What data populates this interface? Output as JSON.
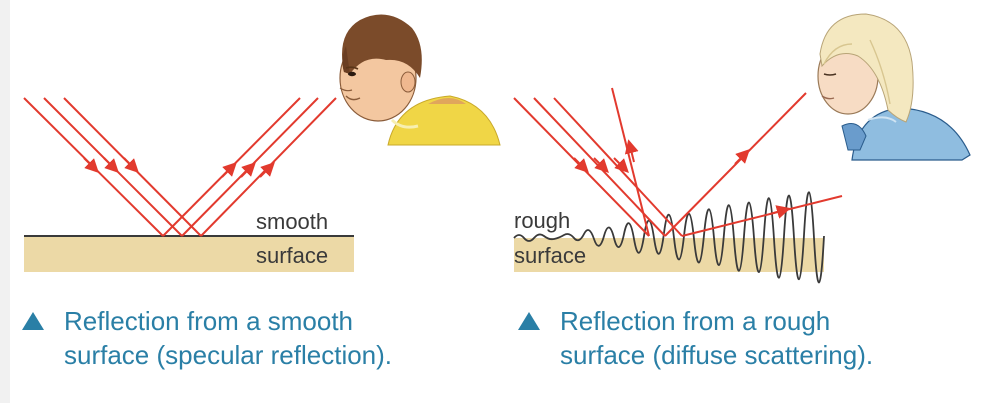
{
  "left_panel": {
    "surface_label_top": "smooth",
    "surface_label_bottom": "surface",
    "caption_line1": "Reflection from a smooth",
    "caption_line2": "surface (specular reflection)."
  },
  "right_panel": {
    "surface_label_top": "rough",
    "surface_label_bottom": "surface",
    "caption_line1": "Reflection from a rough",
    "caption_line2": "surface (diffuse scattering)."
  },
  "colors": {
    "ray": "#e23a2e",
    "surface_fill": "#ecd9a6",
    "caption_text": "#2a7fa6",
    "label_text": "#3a3a3a"
  },
  "icons": {
    "caption_marker": "triangle-up-icon",
    "observer_left": "boy-illustration",
    "observer_right": "girl-illustration"
  }
}
